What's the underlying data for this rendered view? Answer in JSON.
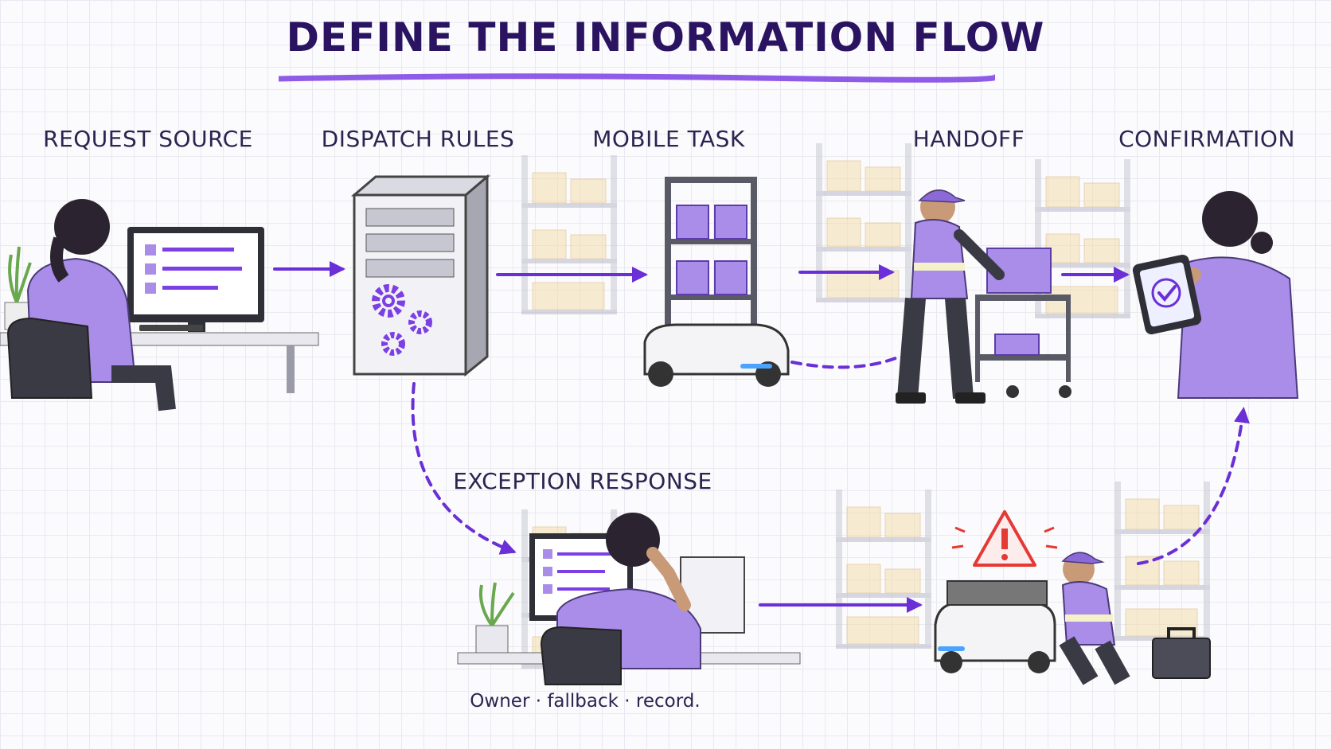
{
  "title": "DEFINE THE INFORMATION FLOW",
  "stages": {
    "request_source": "REQUEST SOURCE",
    "dispatch_rules": "DISPATCH RULES",
    "mobile_task": "MOBILE TASK",
    "handoff": "HANDOFF",
    "confirmation": "CONFIRMATION",
    "exception_response": "EXCEPTION RESPONSE"
  },
  "caption": "Owner · fallback · record.",
  "colors": {
    "accent": "#7b3fe4",
    "purple_light": "#a98de8",
    "dark": "#2a1360",
    "box": "#f3dcae",
    "alert": "#e53935"
  },
  "icons": [
    "gear-icon",
    "checkmark-icon",
    "warning-icon",
    "plant-icon",
    "monitor-icon",
    "tablet-icon",
    "toolbox-icon"
  ]
}
